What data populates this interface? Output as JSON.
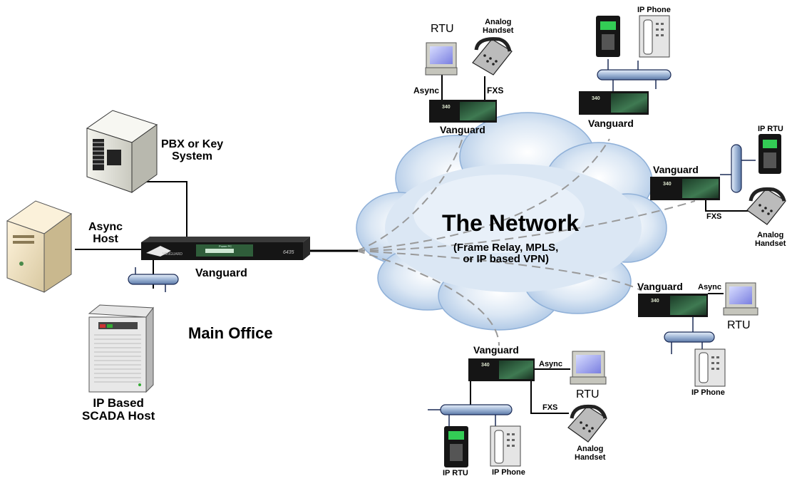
{
  "labels": {
    "pbx": [
      "PBX or Key",
      "System"
    ],
    "async_host": [
      "Async",
      "Host"
    ],
    "main_vanguard": "Vanguard",
    "main_office": "Main Office",
    "scada": [
      "IP Based",
      "SCADA Host"
    ],
    "network_title": "The Network",
    "network_sub": [
      "(Frame Relay, MPLS,",
      "or IP based VPN)"
    ],
    "site1": {
      "rtu": "RTU",
      "analog": [
        "Analog",
        "Handset"
      ],
      "async": "Async",
      "fxs": "FXS",
      "vanguard": "Vanguard"
    },
    "site2": {
      "ipphone": "IP Phone",
      "vanguard": "Vanguard"
    },
    "site3": {
      "iprtu": "IP RTU",
      "vanguard": "Vanguard",
      "fxs": "FXS",
      "analog": [
        "Analog",
        "Handset"
      ]
    },
    "site4": {
      "vanguard": "Vanguard",
      "async": "Async",
      "rtu": "RTU",
      "ipphone": "IP Phone"
    },
    "site5": {
      "vanguard": "Vanguard",
      "async": "Async",
      "rtu": "RTU",
      "fxs": "FXS",
      "analog": [
        "Analog",
        "Handset"
      ],
      "iprtu": "IP RTU",
      "ipphone": "IP Phone"
    }
  },
  "device_text": {
    "main_model": "6435",
    "main_brand": "VANGUARD",
    "main_panel": "Power PC",
    "small_model": "340"
  },
  "colors": {
    "cloud": "#c9dcef",
    "device_dark": "#151515",
    "device_green": "#2f5d3a",
    "pipe": "#9fb6d6",
    "pipe_edge": "#1a2a55"
  }
}
